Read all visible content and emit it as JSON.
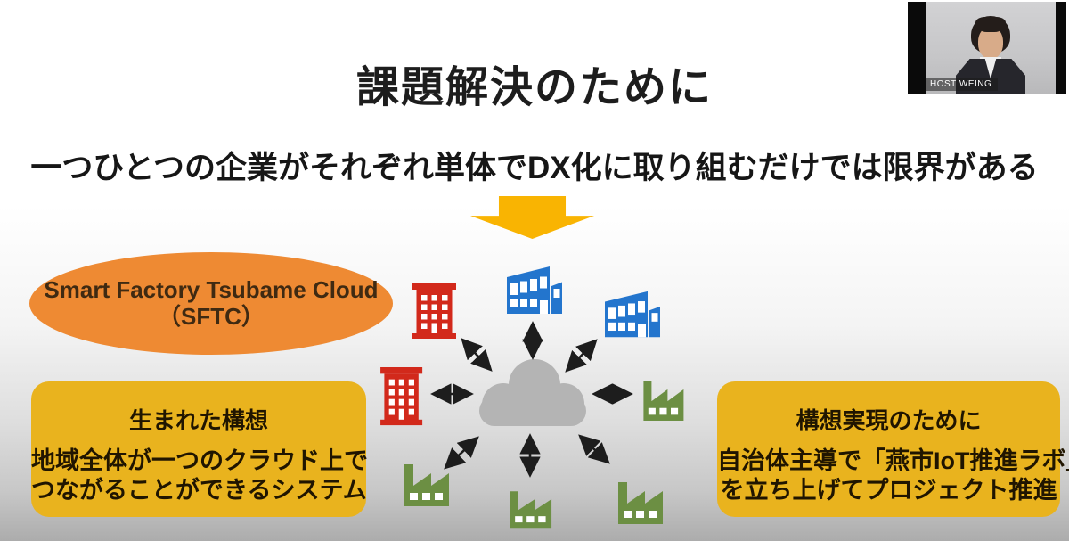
{
  "slide": {
    "title": "課題解決のために",
    "subtitle": "一つひとつの企業がそれぞれ単体でDX化に取り組むだけでは限界がある",
    "sftc_bubble": {
      "line1": "Smart Factory Tsubame Cloud",
      "line2": "（SFTC）"
    },
    "concept_box": {
      "heading": "生まれた構想",
      "line1": "地域全体が一つのクラウド上で",
      "line2": "つながることができるシステム"
    },
    "realization_box": {
      "heading": "構想実現のために",
      "line1": "自治体主導で「燕市IoT推進ラボ」",
      "line2": "を立ち上げてプロジェクト推進"
    },
    "diagram": {
      "center_icon": "cloud-icon",
      "link_style": "double-headed-arrows",
      "nodes": [
        {
          "icon": "office-building-icon",
          "color_name": "red",
          "position": "upper-left"
        },
        {
          "icon": "factory-building-icon",
          "color_name": "blue",
          "position": "top-center"
        },
        {
          "icon": "factory-building-icon",
          "color_name": "blue",
          "position": "upper-right"
        },
        {
          "icon": "office-building-icon",
          "color_name": "red",
          "position": "middle-left"
        },
        {
          "icon": "factory-icon",
          "color_name": "green",
          "position": "middle-right"
        },
        {
          "icon": "factory-icon",
          "color_name": "green",
          "position": "lower-left"
        },
        {
          "icon": "factory-icon",
          "color_name": "green",
          "position": "bottom-center"
        },
        {
          "icon": "factory-icon",
          "color_name": "green",
          "position": "lower-right"
        }
      ]
    }
  },
  "webcam": {
    "participant_label": "HOST WEING"
  },
  "colors": {
    "accent_orange": "#ee8a33",
    "box_yellow": "#e9b31e",
    "arrow_yellow": "#f9b402",
    "building_red": "#d2291b",
    "building_blue": "#2375cd",
    "factory_green": "#6c8f43",
    "cloud_gray": "#b4b4b4",
    "ink": "#1d1d1d",
    "bubble_ink": "#3f2a12"
  }
}
